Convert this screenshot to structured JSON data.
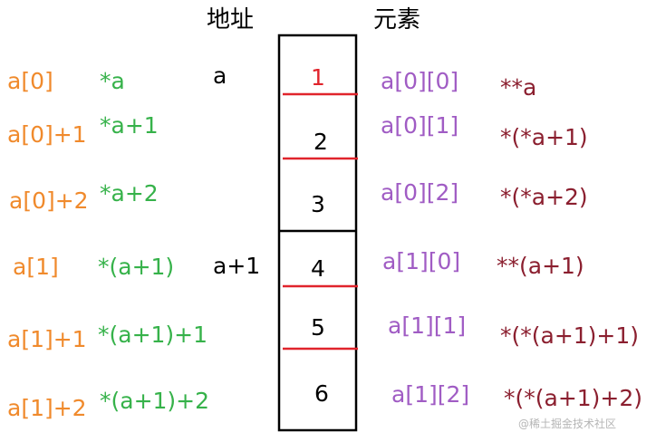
{
  "headers": {
    "address": "地址",
    "element": "元素"
  },
  "rows": [
    {
      "row_ptr": "a[0]",
      "deref_ptr": "*a",
      "array_ptr": "a",
      "value": "1",
      "element": "a[0][0]",
      "element_deref": "**a"
    },
    {
      "row_ptr": "a[0]+1",
      "deref_ptr": "*a+1",
      "array_ptr": "",
      "value": "2",
      "element": "a[0][1]",
      "element_deref": "*(*a+1)"
    },
    {
      "row_ptr": "a[0]+2",
      "deref_ptr": "*a+2",
      "array_ptr": "",
      "value": "3",
      "element": "a[0][2]",
      "element_deref": "*(*a+2)"
    },
    {
      "row_ptr": "a[1]",
      "deref_ptr": "*(a+1)",
      "array_ptr": "a+1",
      "value": "4",
      "element": "a[1][0]",
      "element_deref": "**(a+1)"
    },
    {
      "row_ptr": "a[1]+1",
      "deref_ptr": "*(a+1)+1",
      "array_ptr": "",
      "value": "5",
      "element": "a[1][1]",
      "element_deref": "*(*(a+1)+1)"
    },
    {
      "row_ptr": "a[1]+2",
      "deref_ptr": "*(a+1)+2",
      "array_ptr": "",
      "value": "6",
      "element": "a[1][2]",
      "element_deref": "*(*(a+1)+2)"
    }
  ],
  "colors": {
    "row_ptr": "#f08a2c",
    "deref_ptr": "#36b24a",
    "array_ptr": "#000000",
    "element": "#a05cc4",
    "element_deref": "#8b1f2f",
    "divider": "#e0242c",
    "first_value": "#e0242c"
  },
  "watermark": "@稀土掘金技术社区"
}
